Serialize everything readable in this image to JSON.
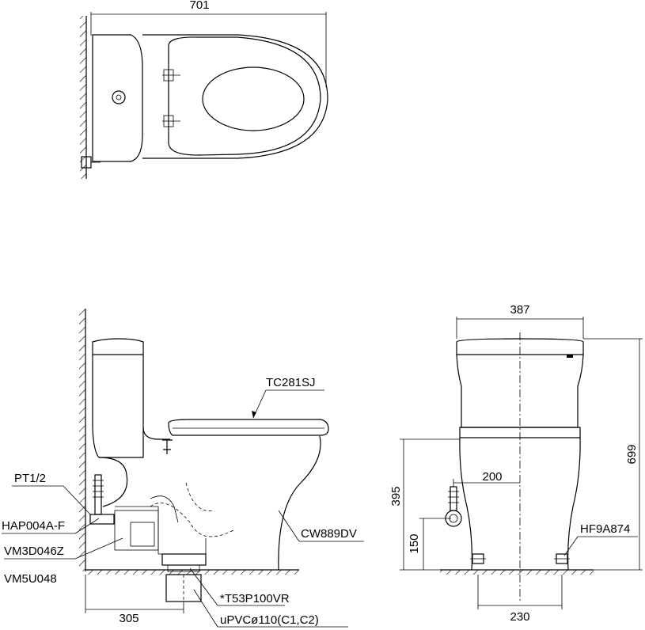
{
  "top_view": {
    "dim_width": "701"
  },
  "side_view": {
    "seat_label": "TC281SJ",
    "bowl_label": "CW889DV",
    "inlet_label": "PT1/2",
    "valve_label": "HAP004A-F",
    "flush_label": "VM3D046Z",
    "outlet_label": "VM5U048",
    "flange_label": "*T53P100VR",
    "pipe_label": "uPVCø110(C1,C2)",
    "dim_rough_in": "305"
  },
  "front_view": {
    "dim_width": "387",
    "dim_height": "699",
    "dim_seat_height": "395",
    "dim_supply_offset": "200",
    "dim_supply_height": "150",
    "dim_bolt_spacing": "230",
    "bolt_label": "HF9A874"
  }
}
